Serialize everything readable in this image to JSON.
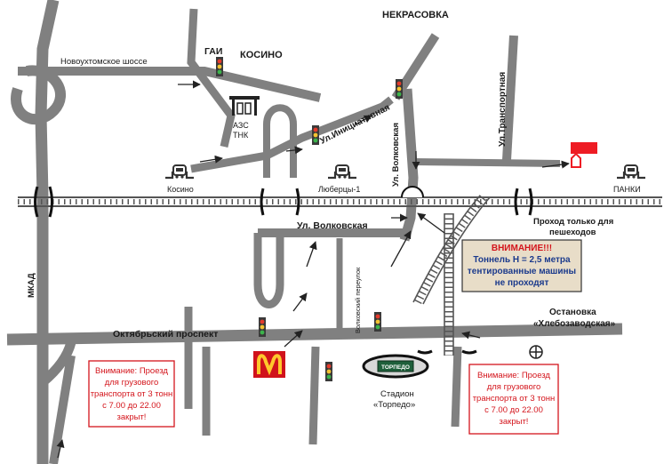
{
  "labels": {
    "nekrasovka": "НЕКРАСОВКА",
    "gai": "ГАИ",
    "kosino_district": "КОСИНО",
    "novoukhtomskoe": "Новоухтомское шоссе",
    "azs_line1": "АЗС",
    "azs_line2": "ТНК",
    "station_kosino": "Косино",
    "station_lyubertsy": "Люберцы-1",
    "station_panki": "ПАНКИ",
    "street_initsiativnaya": "Ул.Инициативная",
    "street_volkovskaya_vertical": "Ул. Волковская",
    "street_transportnaya": "Ул.Транспортная",
    "street_volkovskaya": "Ул. Волковская",
    "pedestrian_line1": "Проход только для",
    "pedestrian_line2": "пешеходов",
    "volkovsky_lane": "Волковский переулок",
    "mkad": "МКАД",
    "oktyabrsky": "Октябрьский проспект",
    "bus_stop_line1": "Остановка",
    "bus_stop_line2": "«Хлебозаводская»",
    "stadium_line1": "Стадион",
    "stadium_line2": "«Торпедо»",
    "stadium_sign": "ТОРПЕДО"
  },
  "tunnel_warning": {
    "title": "ВНИМАНИЕ!!!",
    "line1": "Тоннель H = 2,5 метра",
    "line2": "тентированные машины",
    "line3": "не проходят"
  },
  "truck_notice_left": {
    "line1": "Внимание: Проезд",
    "line2": "для грузового",
    "line3": "транспорта от 3 тонн",
    "line4": "с 7.00 до 22.00",
    "line5": "закрыт!"
  },
  "truck_notice_right": {
    "line1": "Внимание: Проезд",
    "line2": "для грузового",
    "line3": "транспорта от 3 тонн",
    "line4": "с 7.00 до 22.00",
    "line5": "закрыт!"
  },
  "colors": {
    "road": "#808080",
    "notice_text": "#d4151c",
    "destination_marker": "#ee1c24",
    "warning_fill": "#e8ddc8",
    "mcdonalds_red": "#d0121b",
    "mcdonalds_yellow": "#ffc72c",
    "stadium_green": "#1e5f3a"
  },
  "icons": [
    "traffic-light-icon",
    "train-station-icon",
    "gas-station-icon",
    "mcdonalds-logo",
    "stadium-icon",
    "bus-stop-icon",
    "destination-marker",
    "direction-arrow"
  ]
}
